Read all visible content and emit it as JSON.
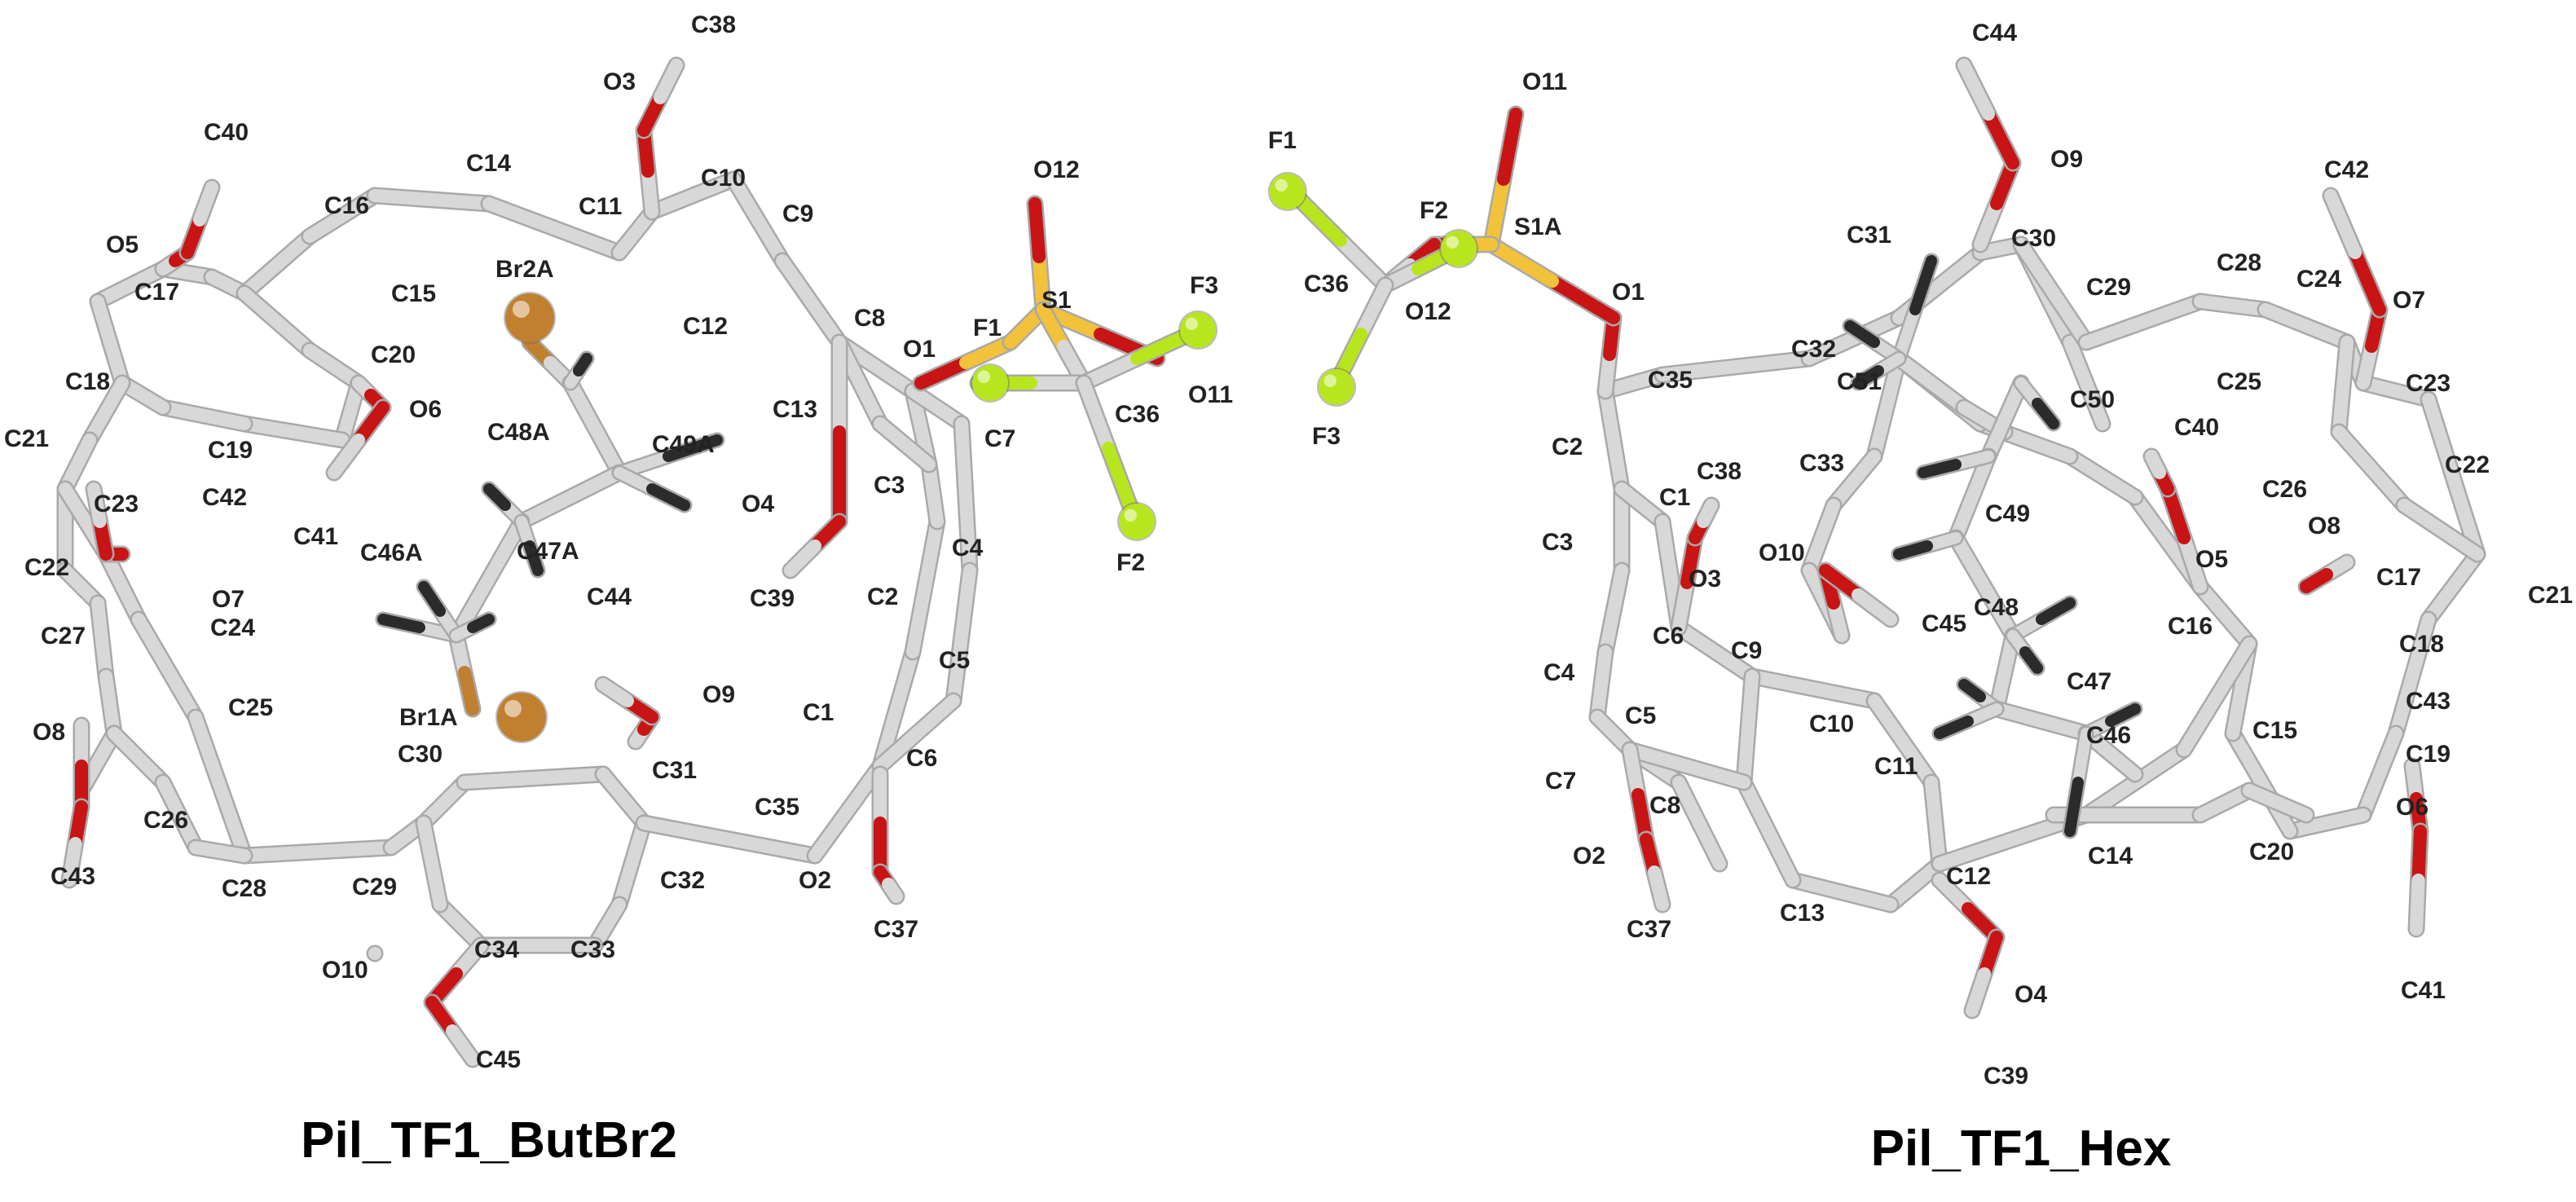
{
  "colors": {
    "carbon": "#d8d8d8",
    "carbon_edge": "#a9a9a9",
    "oxygen": "#c81414",
    "hydrogen": "#2b2b2b",
    "sulfur": "#f2c23a",
    "fluorine": "#b8e61e",
    "bromine": "#c08030"
  },
  "captions": {
    "left": "Pil_TF1_ButBr2",
    "right": "Pil_TF1_Hex"
  },
  "left_labels": [
    "C38",
    "C40",
    "O3",
    "C14",
    "C10",
    "O12",
    "C16",
    "C11",
    "C9",
    "O5",
    "C15",
    "Br2A",
    "F1",
    "S1",
    "F3",
    "C17",
    "C12",
    "C8",
    "O1",
    "C20",
    "C18",
    "O6",
    "C48A",
    "C49A",
    "C13",
    "C36",
    "O11",
    "C7",
    "C21",
    "C19",
    "C23",
    "C42",
    "O4",
    "C3",
    "C4",
    "C41",
    "C47A",
    "C46A",
    "C39",
    "C2",
    "F2",
    "C22",
    "O7",
    "C44",
    "C24",
    "C27",
    "C5",
    "Br1A",
    "O9",
    "C1",
    "C25",
    "C30",
    "O8",
    "C6",
    "C31",
    "C26",
    "C35",
    "C43",
    "C28",
    "C29",
    "C32",
    "O2",
    "C37",
    "O10",
    "C34",
    "C33",
    "C45"
  ],
  "right_labels": [
    "C44",
    "O11",
    "F1",
    "O9",
    "C42",
    "F2",
    "S1A",
    "C31",
    "C30",
    "C36",
    "O12",
    "O1",
    "C28",
    "C24",
    "C29",
    "O7",
    "C32",
    "C51",
    "C25",
    "C23",
    "C35",
    "C50",
    "C40",
    "F3",
    "C2",
    "C38",
    "C22",
    "C1",
    "C33",
    "C26",
    "O8",
    "C3",
    "O3",
    "O10",
    "C49",
    "O5",
    "C17",
    "C21",
    "C45",
    "C48",
    "C16",
    "C6",
    "C9",
    "C18",
    "C4",
    "C5",
    "C47",
    "C43",
    "C10",
    "C15",
    "C11",
    "C46",
    "C19",
    "C7",
    "O6",
    "C8",
    "C20",
    "C14",
    "O2",
    "C12",
    "C13",
    "C37",
    "O4",
    "C41",
    "C39"
  ]
}
